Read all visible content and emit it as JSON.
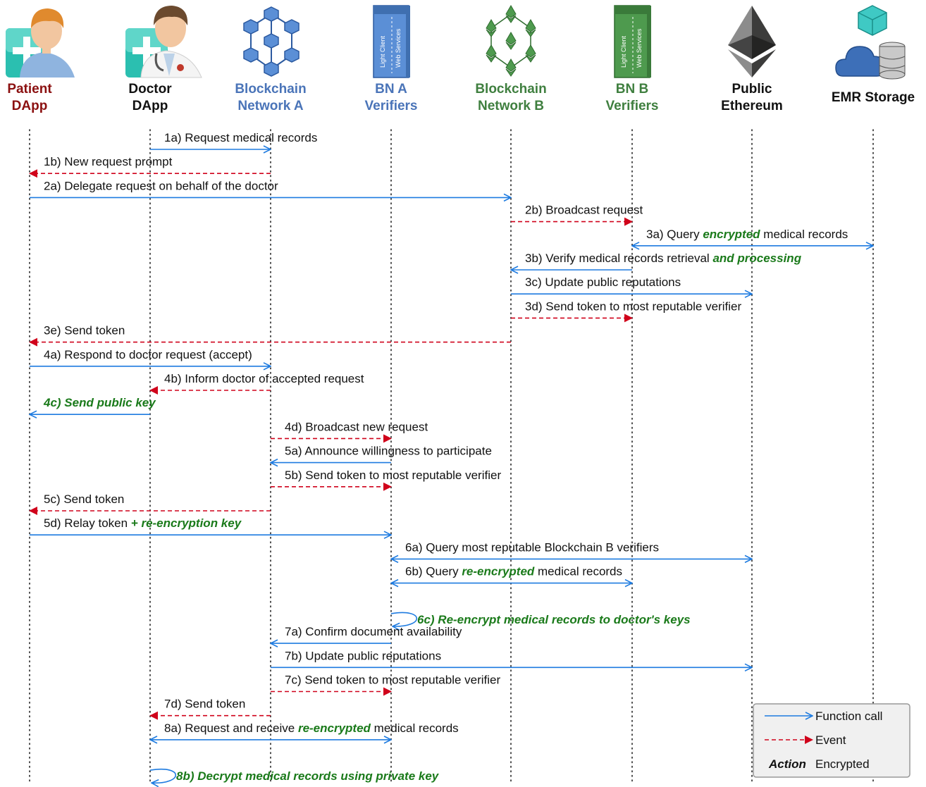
{
  "colors": {
    "call": "#1e7be0",
    "event": "#d0021b",
    "encrypted": "#1a7a1a",
    "patient": "#8b1010",
    "network_a": "#4a74b8",
    "network_b": "#3f7f3f",
    "dark": "#111111"
  },
  "actors": [
    {
      "id": "patient",
      "line1": "Patient",
      "line2": "DApp",
      "color": "#8b1010",
      "icon": "patient-icon"
    },
    {
      "id": "doctor",
      "line1": "Doctor",
      "line2": "DApp",
      "color": "#111111",
      "icon": "doctor-icon"
    },
    {
      "id": "bna",
      "line1": "Blockchain",
      "line2": "Network A",
      "color": "#4a74b8",
      "icon": "blockchain-a-icon"
    },
    {
      "id": "bnav",
      "line1": "BN A",
      "line2": "Verifiers",
      "color": "#4a74b8",
      "icon": "server-a-icon",
      "server_text": [
        "Light Client",
        "Web Services"
      ]
    },
    {
      "id": "bnb",
      "line1": "Blockchain",
      "line2": "Network B",
      "color": "#3f7f3f",
      "icon": "blockchain-b-icon"
    },
    {
      "id": "bnbv",
      "line1": "BN B",
      "line2": "Verifiers",
      "color": "#3f7f3f",
      "icon": "server-b-icon",
      "server_text": [
        "Light Client",
        "Web Services"
      ]
    },
    {
      "id": "eth",
      "line1": "Public",
      "line2": "Ethereum",
      "color": "#111111",
      "icon": "ethereum-icon"
    },
    {
      "id": "emr",
      "line1": "EMR Storage",
      "line2": "",
      "color": "#111111",
      "icon": "emr-storage-icon"
    }
  ],
  "messages": [
    {
      "from": 1,
      "to": 2,
      "type": "call",
      "parts": [
        {
          "t": "1a) Request medical records"
        }
      ]
    },
    {
      "from": 2,
      "to": 0,
      "type": "event",
      "parts": [
        {
          "t": "1b) New request prompt"
        }
      ]
    },
    {
      "from": 0,
      "to": 4,
      "type": "call",
      "parts": [
        {
          "t": "2a) Delegate request on behalf of the doctor"
        }
      ]
    },
    {
      "from": 4,
      "to": 5,
      "type": "event",
      "parts": [
        {
          "t": "2b) Broadcast request"
        }
      ]
    },
    {
      "from": 5,
      "to": 7,
      "type": "both",
      "parts": [
        {
          "t": "3a) Query "
        },
        {
          "t": "encrypted",
          "em": true
        },
        {
          "t": " medical records"
        }
      ]
    },
    {
      "from": 5,
      "to": 4,
      "type": "call",
      "parts": [
        {
          "t": "3b) Verify medical records retrieval "
        },
        {
          "t": "and processing",
          "em": true
        }
      ]
    },
    {
      "from": 4,
      "to": 6,
      "type": "call",
      "parts": [
        {
          "t": "3c) Update public reputations"
        }
      ]
    },
    {
      "from": 4,
      "to": 5,
      "type": "event",
      "parts": [
        {
          "t": "3d) Send token to most reputable verifier"
        }
      ]
    },
    {
      "from": 4,
      "to": 0,
      "type": "event",
      "parts": [
        {
          "t": "3e) Send token"
        }
      ]
    },
    {
      "from": 0,
      "to": 2,
      "type": "call",
      "parts": [
        {
          "t": "4a) Respond to doctor request (accept)"
        }
      ]
    },
    {
      "from": 2,
      "to": 1,
      "type": "event",
      "parts": [
        {
          "t": "4b) Inform doctor of accepted request"
        }
      ]
    },
    {
      "from": 1,
      "to": 0,
      "type": "call",
      "parts": [
        {
          "t": "4c) Send public key",
          "em": true
        }
      ]
    },
    {
      "from": 2,
      "to": 3,
      "type": "event",
      "parts": [
        {
          "t": "4d) Broadcast new request"
        }
      ]
    },
    {
      "from": 3,
      "to": 2,
      "type": "call",
      "parts": [
        {
          "t": "5a) Announce willingness to participate"
        }
      ]
    },
    {
      "from": 2,
      "to": 3,
      "type": "event",
      "parts": [
        {
          "t": "5b) Send token to most reputable verifier"
        }
      ]
    },
    {
      "from": 2,
      "to": 0,
      "type": "event",
      "parts": [
        {
          "t": "5c) Send token"
        }
      ]
    },
    {
      "from": 0,
      "to": 3,
      "type": "call",
      "parts": [
        {
          "t": "5d) Relay token "
        },
        {
          "t": "+ re-encryption key",
          "em": true
        }
      ]
    },
    {
      "from": 3,
      "to": 6,
      "type": "both",
      "parts": [
        {
          "t": "6a) Query most reputable Blockchain B verifiers"
        }
      ]
    },
    {
      "from": 3,
      "to": 5,
      "type": "both",
      "parts": [
        {
          "t": "6b) Query "
        },
        {
          "t": "re-encrypted",
          "em": true
        },
        {
          "t": " medical records"
        }
      ]
    },
    {
      "from": 3,
      "to": 3,
      "type": "self",
      "parts": [
        {
          "t": "6c) Re-encrypt medical records to doctor's keys",
          "em": true
        }
      ]
    },
    {
      "from": 3,
      "to": 2,
      "type": "call",
      "parts": [
        {
          "t": "7a) Confirm document availability"
        }
      ]
    },
    {
      "from": 2,
      "to": 6,
      "type": "call",
      "parts": [
        {
          "t": "7b) Update public reputations"
        }
      ]
    },
    {
      "from": 2,
      "to": 3,
      "type": "event",
      "parts": [
        {
          "t": "7c) Send token to most reputable verifier"
        }
      ]
    },
    {
      "from": 2,
      "to": 1,
      "type": "event",
      "parts": [
        {
          "t": "7d) Send token"
        }
      ]
    },
    {
      "from": 1,
      "to": 3,
      "type": "both",
      "parts": [
        {
          "t": "8a) Request and receive "
        },
        {
          "t": "re-encrypted",
          "em": true
        },
        {
          "t": " medical records"
        }
      ]
    },
    {
      "from": 1,
      "to": 1,
      "type": "self",
      "parts": [
        {
          "t": "8b) Decrypt medical records using private key",
          "em": true
        }
      ]
    }
  ],
  "legend": {
    "call": "Function call",
    "event": "Event",
    "action_word": "Action",
    "encrypted": "Encrypted"
  }
}
